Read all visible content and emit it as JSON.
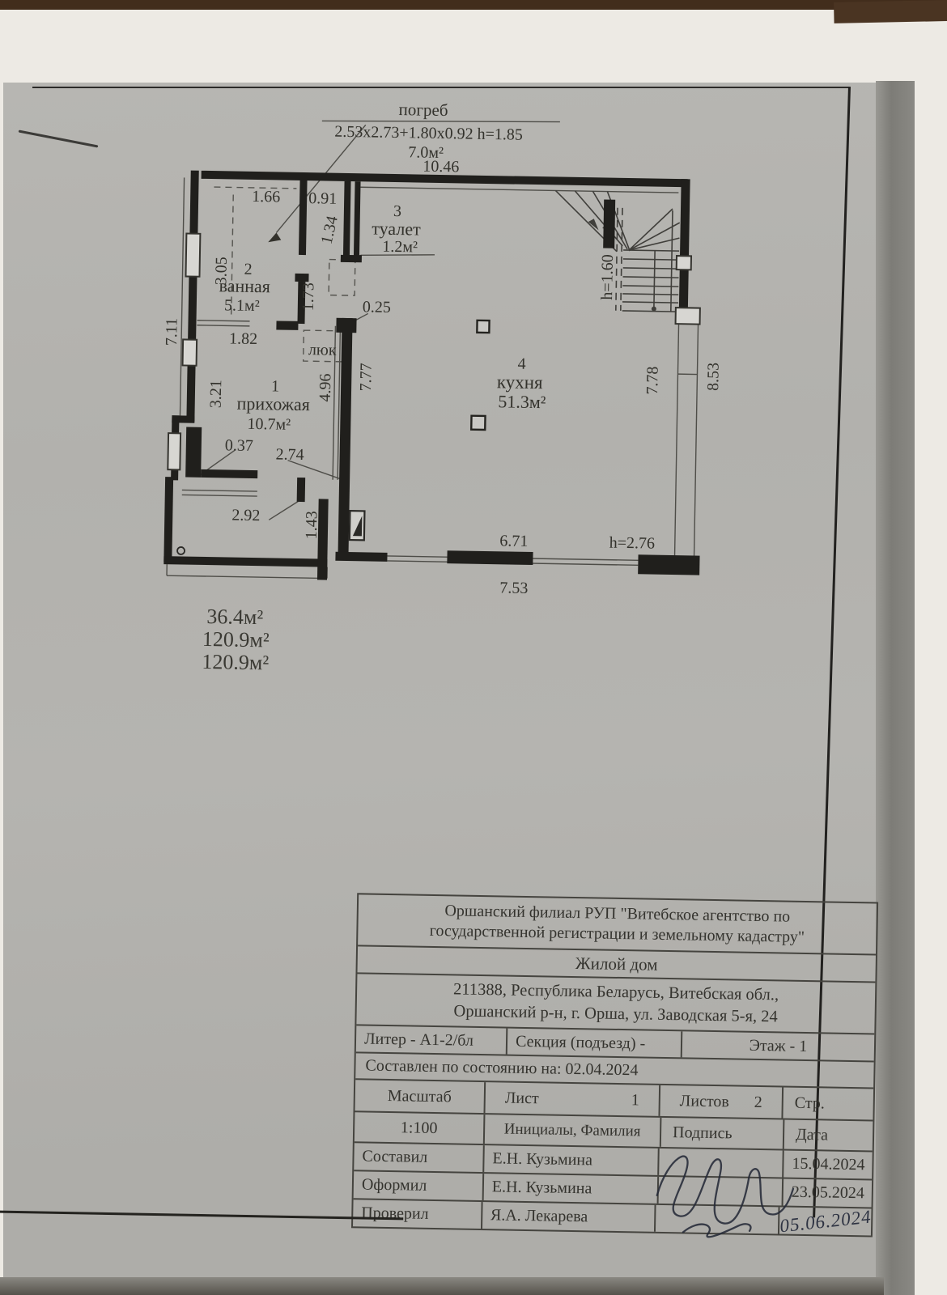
{
  "document": {
    "cellar_callout": {
      "name": "погреб",
      "dimensions": "2.53x2.73+1.80x0.92 h=1.85",
      "area": "7.0м²",
      "width": "10.46"
    },
    "rooms": [
      {
        "number": "1",
        "name": "прихожая",
        "area": "10.7м²"
      },
      {
        "number": "2",
        "name": "ванная",
        "area": "5.1м²"
      },
      {
        "number": "3",
        "name": "туалет",
        "area": "1.2м²"
      },
      {
        "number": "4",
        "name": "кухня",
        "area": "51.3м²"
      }
    ],
    "dims": {
      "d166": "1.66",
      "d091": "0.91",
      "d134": "1.34",
      "d305": "3.05",
      "d173": "1.73",
      "d025": "0.25",
      "d182": "1.82",
      "hatch": "люк",
      "d777": "7.77",
      "d778": "7.78",
      "d853": "8.53",
      "d711": "7.11",
      "d321": "3.21",
      "d496": "4.96",
      "d037": "0.37",
      "d274": "2.74",
      "d292": "2.92",
      "d143": "1.43",
      "d671": "6.71",
      "h276": "h=2.76",
      "d753": "7.53",
      "h160": "h=1.60",
      "corner_mark": "о"
    },
    "areas_summary": [
      "36.4м²",
      "120.9м²",
      "120.9м²"
    ],
    "title_block": {
      "organization_line1": "Оршанский филиал РУП \"Витебское агентство по",
      "organization_line2": "государственной регистрации и земельному кадастру\"",
      "object_type": "Жилой дом",
      "address_line1": "211388, Республика Беларусь, Витебская обл.,",
      "address_line2": "Оршанский р-н, г. Орша, ул. Заводская 5-я, 24",
      "liter": "Литер - А1-2/бл",
      "section": "Секция (подъезд) -",
      "floor": "Этаж - 1",
      "date_note": "Составлен по состоянию на: 02.04.2024",
      "scale_label": "Масштаб",
      "scale_value": "1:100",
      "sheet_label": "Лист",
      "sheet_value": "1",
      "sheets_label": "Листов",
      "sheets_value": "2",
      "page_label": "Стр.",
      "name_header": "Инициалы, Фамилия",
      "sign_header": "Подпись",
      "date_header": "Дата",
      "rows": [
        {
          "role": "Составил",
          "name": "Е.Н. Кузьмина",
          "date": "15.04.2024"
        },
        {
          "role": "Оформил",
          "name": "Е.Н. Кузьмина",
          "date": "23.05.2024"
        },
        {
          "role": "Проверил",
          "name": "Я.А. Лекарева",
          "date": "05.06.2024"
        }
      ]
    }
  }
}
